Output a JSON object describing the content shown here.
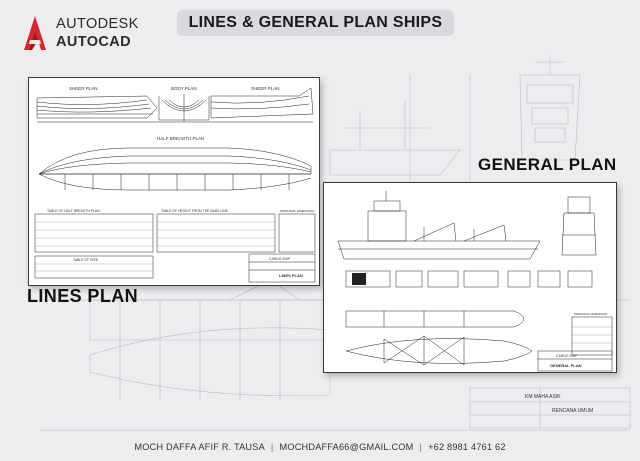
{
  "brand": {
    "name_line1": "AUTODESK",
    "name_line2": "AUTOCAD",
    "logo_color": "#d8262f"
  },
  "title": "LINES & GENERAL PLAN SHIPS",
  "labels": {
    "lines_plan": "LINES PLAN",
    "general_plan": "GENERAL PLAN"
  },
  "lines_sheet": {
    "sheer_plan": "SHEER PLAN",
    "body_plan": "BODY PLAN",
    "half_breadth_plan": "HALF BREADTH PLAN",
    "table_half_breadth": "TABLE OF HALF BREADTH PLAN",
    "table_height": "TABLE OF HEIGHT FROM THE BASE LINE",
    "principal_dimension": "PRINCIPAL DIMENSION",
    "table_of_rise": "TABLE OF RISE",
    "cargo_ship": "CARGO SHIP",
    "title_block": "LINES PLAN"
  },
  "general_sheet": {
    "principal_dimension": "PRINCIPAL DIMENSION",
    "title_block": "GENERAL PLAN",
    "cargo_ship": "CARGO SHIP"
  },
  "background": {
    "ship_name": "KM MAHA ASIK",
    "plan_name": "RENCANA UMUM"
  },
  "footer": {
    "author": "MOCH DAFFA AFIF R. TAUSA",
    "email": "MOCHDAFFA66@GMAIL.COM",
    "phone": "+62 8981 4761 62"
  }
}
